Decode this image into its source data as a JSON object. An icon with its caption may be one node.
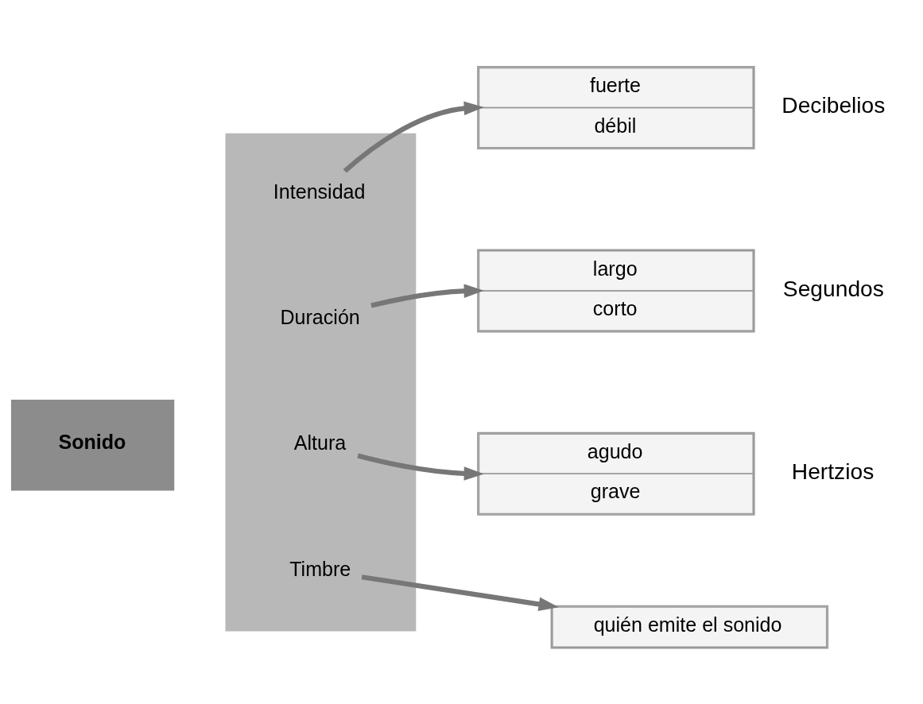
{
  "diagram": {
    "nodes": [
      {
        "text": [
          "Sonido"
        ]
      },
      {
        "text": [],
        "shape": "bar"
      },
      {
        "text": [
          "Intensidad"
        ],
        "in": 1
      },
      {
        "text": [
          "Duración"
        ],
        "in": 1
      },
      {
        "text": [
          "Altura"
        ],
        "in": 1
      },
      {
        "text": [
          "Timbre"
        ],
        "in": 1
      },
      {
        "text": [
          "fuerte",
          "débil"
        ],
        "beside": [
          "Decibelios"
        ]
      },
      {
        "text": [
          "largo",
          "corto"
        ],
        "beside": [
          "Segundos"
        ]
      },
      {
        "text": [
          "agudo",
          "grave"
        ],
        "beside": [
          "Hertzios"
        ]
      },
      {
        "text": [
          "quién emite el sonido"
        ]
      }
    ],
    "edges": [
      {
        "from": 2,
        "to": 6,
        "arrow": "to"
      },
      {
        "from": 3,
        "to": 7,
        "arrow": "to"
      },
      {
        "from": 4,
        "to": 8,
        "arrow": "to"
      },
      {
        "from": 5,
        "to": 9,
        "arrow": "to"
      }
    ]
  }
}
